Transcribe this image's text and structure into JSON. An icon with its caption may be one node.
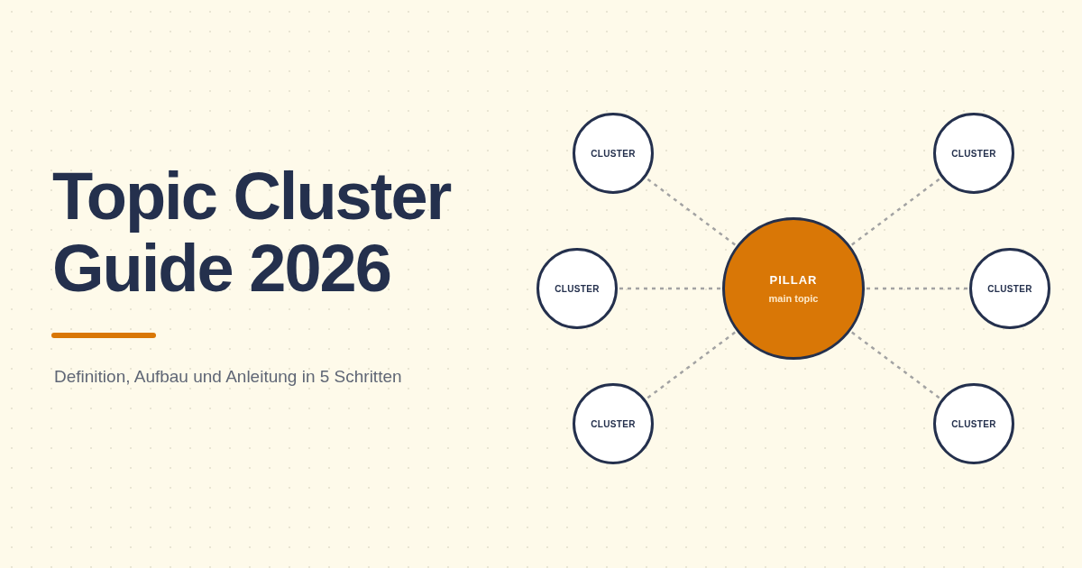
{
  "diagram": {
    "title": "Topic Cluster Guide 2026",
    "caption": "Definition, Aufbau und Anleitung in 5 Schritten",
    "nodes": [
      {
        "text": [
          "PILLAR",
          "main topic"
        ]
      },
      {
        "text": [
          "CLUSTER"
        ]
      },
      {
        "text": [
          "CLUSTER"
        ]
      },
      {
        "text": [
          "CLUSTER"
        ]
      },
      {
        "text": [
          "CLUSTER"
        ]
      },
      {
        "text": [
          "CLUSTER"
        ]
      },
      {
        "text": [
          "CLUSTER"
        ]
      }
    ],
    "edges": [
      {
        "from": 0,
        "to": 1,
        "arrow": "none",
        "style": "dashed"
      },
      {
        "from": 0,
        "to": 2,
        "arrow": "none",
        "style": "dashed"
      },
      {
        "from": 0,
        "to": 3,
        "arrow": "none",
        "style": "dashed"
      },
      {
        "from": 0,
        "to": 4,
        "arrow": "none",
        "style": "dashed"
      },
      {
        "from": 0,
        "to": 5,
        "arrow": "none",
        "style": "dashed"
      },
      {
        "from": 0,
        "to": 6,
        "arrow": "none",
        "style": "dashed"
      }
    ]
  }
}
